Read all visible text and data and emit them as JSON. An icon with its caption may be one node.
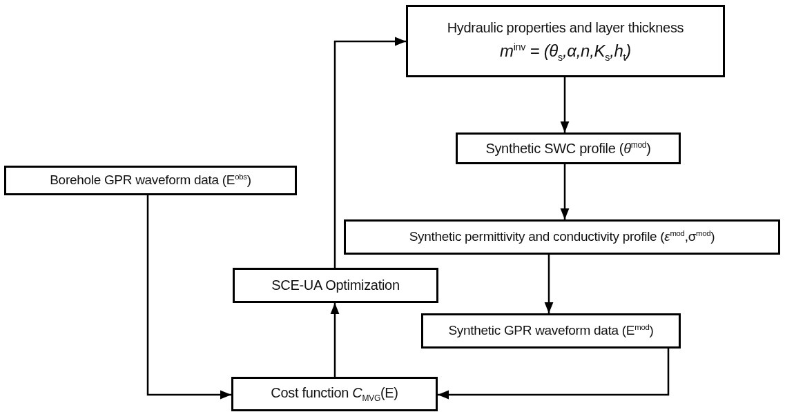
{
  "diagram": {
    "nodes": [
      {
        "text": [
          "Hydraulic properties and layer thickness",
          "*m*$^{inv}$ *= (θ*$_{s}$*,α,n,K*$_{s}$*,h*$_{t}$*)*"
        ]
      },
      {
        "text": [
          "Synthetic SWC profile (*θ*$^{mod}$)"
        ]
      },
      {
        "text": [
          "Borehole GPR waveform data (E$^{obs}$)"
        ]
      },
      {
        "text": [
          "Synthetic permittivity and conductivity profile (*ε*$^{mod}$,σ$^{mod}$)"
        ]
      },
      {
        "text": [
          "SCE-UA Optimization"
        ]
      },
      {
        "text": [
          "Synthetic GPR waveform data (E$^{mod}$)"
        ]
      },
      {
        "text": [
          "Cost function *C*$_{MVG}$(E)"
        ]
      }
    ],
    "edges": [
      {
        "from": 0,
        "to": 1,
        "arrow": "to"
      },
      {
        "from": 1,
        "to": 3,
        "arrow": "to"
      },
      {
        "from": 3,
        "to": 5,
        "arrow": "to"
      },
      {
        "from": 5,
        "to": 6,
        "arrow": "to"
      },
      {
        "from": 2,
        "to": 6,
        "arrow": "to"
      },
      {
        "from": 6,
        "to": 4,
        "arrow": "to"
      },
      {
        "from": 4,
        "to": 0,
        "arrow": "to"
      }
    ]
  }
}
